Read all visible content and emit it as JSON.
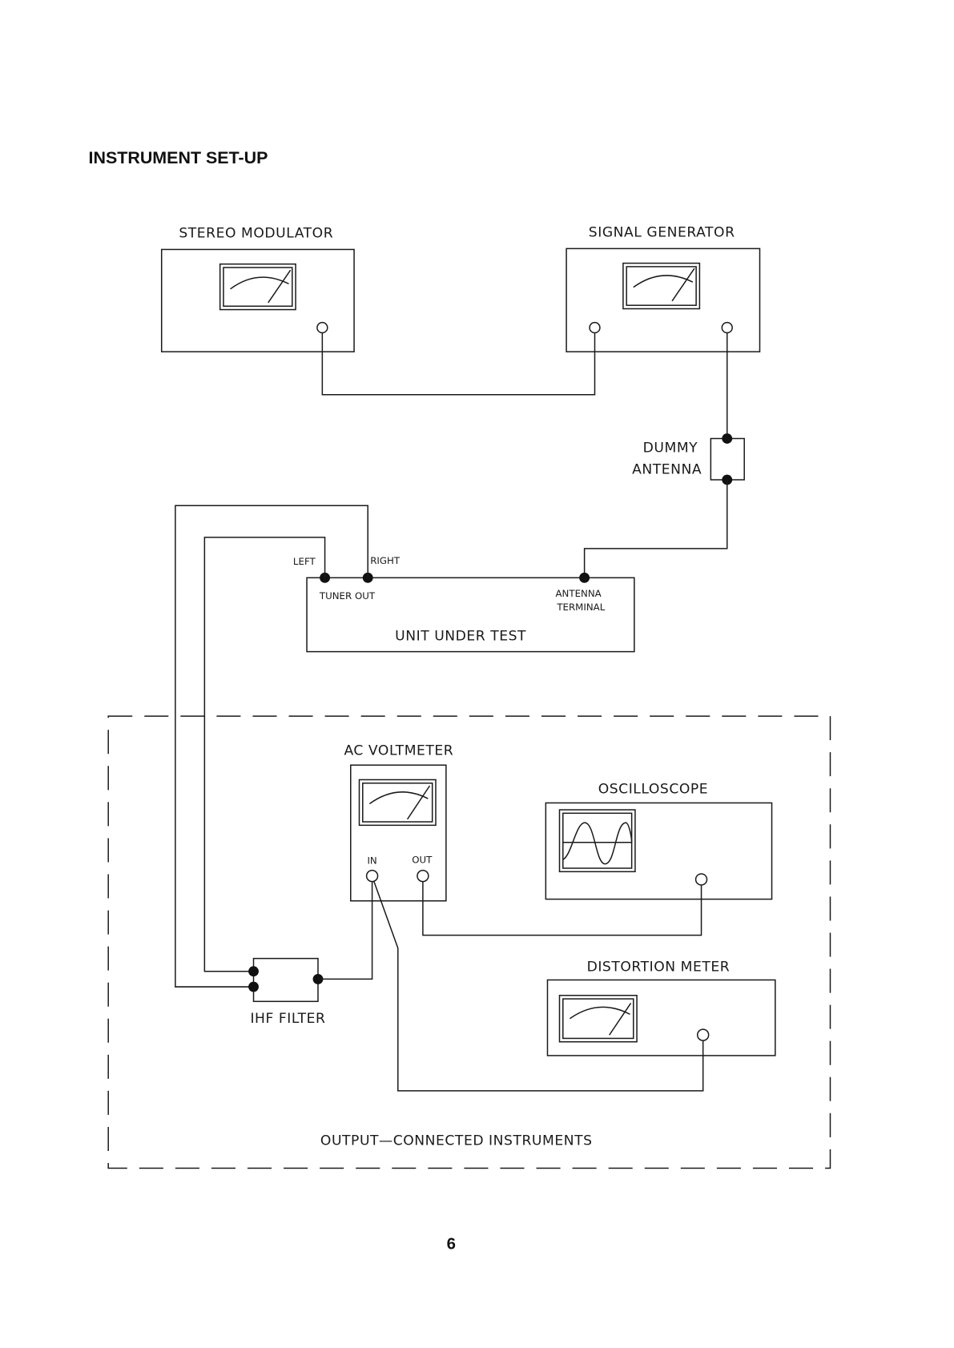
{
  "page": {
    "title": "INSTRUMENT SET-UP",
    "page_number": "6"
  },
  "instruments": {
    "stereo_modulator": "STEREO MODULATOR",
    "signal_generator": "SIGNAL GENERATOR",
    "dummy_antenna_line1": "DUMMY",
    "dummy_antenna_line2": "ANTENNA",
    "unit_under_test": "UNIT UNDER TEST",
    "tuner_out": "TUNER OUT",
    "left": "LEFT",
    "right": "RIGHT",
    "antenna_terminal_line1": "ANTENNA",
    "antenna_terminal_line2": "TERMINAL",
    "ac_voltmeter": "AC VOLTMETER",
    "in": "IN",
    "out": "OUT",
    "oscilloscope": "OSCILLOSCOPE",
    "distortion_meter": "DISTORTION METER",
    "ihf_filter": "IHF FILTER",
    "output_group": "OUTPUT—CONNECTED INSTRUMENTS"
  }
}
